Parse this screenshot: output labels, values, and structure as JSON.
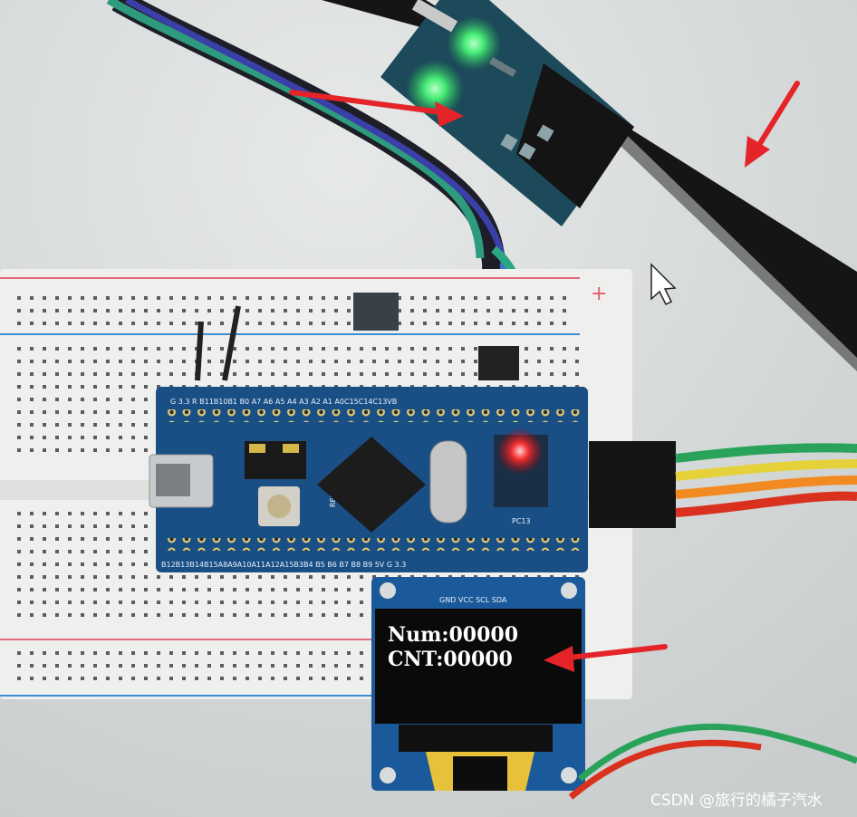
{
  "photo": {
    "subject": "STM32 board on breadboard with OLED display, IR sensor module and rotating belt"
  },
  "oled": {
    "line1": "Num:00000",
    "line2": "CNT:00000"
  },
  "board": {
    "top_pins": "G 3.3 R B11B10B1 B0 A7 A6 A5 A4 A3 A2 A1 A0C15C14C13VB",
    "bottom_pins": "B12B13B14B15A8A9A10A11A12A15B3B4 B5 B6 B7 B8 B9 5V G 3.3",
    "reset_label": "RESET",
    "pc13_label": "PC13",
    "oled_pins": "GND VCC SCL SDA"
  },
  "breadboard": {
    "plus_label": "+"
  },
  "watermark": "CSDN @旅行的橘子汽水",
  "colors": {
    "pcb_blue": "#1a4f86",
    "oled_blue": "#1b5a9a",
    "led_green": "#4dff7a",
    "led_red": "#ff3030",
    "arrow_red": "#e52429"
  }
}
